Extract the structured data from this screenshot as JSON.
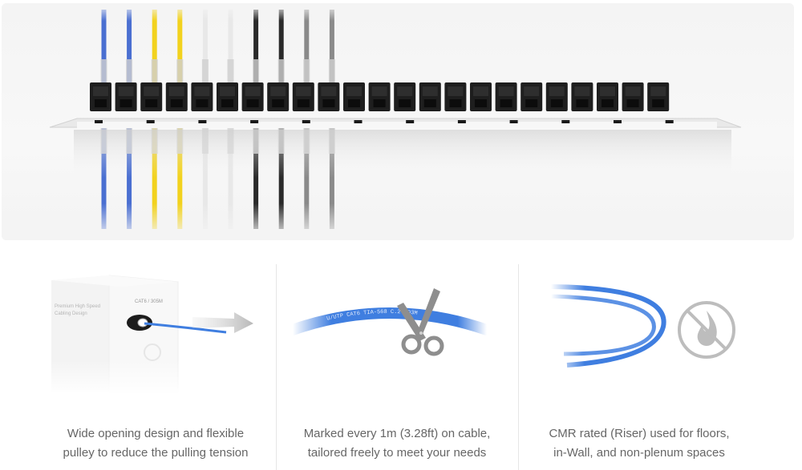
{
  "hero": {
    "cable_colors": [
      "#4a6fd1",
      "#4a6fd1",
      "#f2d21e",
      "#f2d21e",
      "#e8e8e8",
      "#e8e8e8",
      "#2a2a2a",
      "#2a2a2a",
      "#8a8a8a",
      "#8a8a8a"
    ],
    "port_count": 23
  },
  "features": [
    {
      "icon": "cable-box-pull-icon",
      "box_text": [
        "Premium High Speed",
        "Cabling Design"
      ],
      "box_label": "CAT6 / 305M",
      "caption_line1": "Wide opening design and flexible",
      "caption_line2": "pulley to reduce the pulling tension"
    },
    {
      "icon": "scissors-icon",
      "cable_print": "U/UTP CAT6 TIA-568 C.2 303M",
      "caption_line1": "Marked every 1m (3.28ft) on cable,",
      "caption_line2": "tailored freely to meet your needs"
    },
    {
      "icon": "no-fire-icon",
      "caption_line1": "CMR rated (Riser) used for floors,",
      "caption_line2": "in-Wall, and non-plenum spaces"
    }
  ],
  "colors": {
    "cable_blue": "#3f7ee0",
    "caption_text": "#666666"
  }
}
